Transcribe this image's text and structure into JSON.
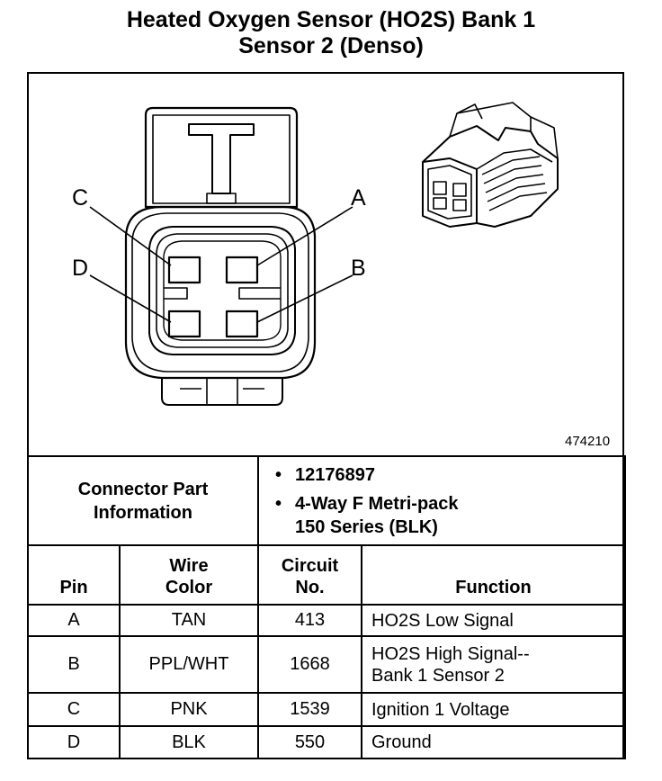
{
  "title": {
    "line1": "Heated Oxygen Sensor (HO2S) Bank 1",
    "line2": "Sensor 2 (Denso)"
  },
  "figure": {
    "pin_labels": {
      "a": "A",
      "b": "B",
      "c": "C",
      "d": "D"
    },
    "figure_number": "474210"
  },
  "connector_info": {
    "label_line1": "Connector Part",
    "label_line2": "Information",
    "bullet": "•",
    "part_number": "12176897",
    "description_line1": "4-Way F Metri-pack",
    "description_line2": "150 Series (BLK)"
  },
  "table": {
    "headers": {
      "pin": "Pin",
      "wire_color_line1": "Wire",
      "wire_color_line2": "Color",
      "circuit_line1": "Circuit",
      "circuit_line2": "No.",
      "function": "Function"
    },
    "rows": [
      {
        "pin": "A",
        "color": "TAN",
        "circuit": "413",
        "function_line1": "HO2S Low Signal",
        "function_line2": ""
      },
      {
        "pin": "B",
        "color": "PPL/WHT",
        "circuit": "1668",
        "function_line1": "HO2S High Signal--",
        "function_line2": "Bank 1 Sensor 2"
      },
      {
        "pin": "C",
        "color": "PNK",
        "circuit": "1539",
        "function_line1": "Ignition 1 Voltage",
        "function_line2": ""
      },
      {
        "pin": "D",
        "color": "BLK",
        "circuit": "550",
        "function_line1": "Ground",
        "function_line2": ""
      }
    ]
  }
}
